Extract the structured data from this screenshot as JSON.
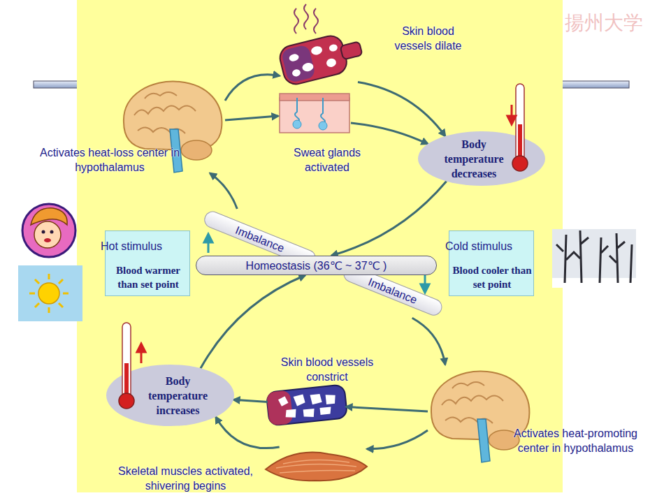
{
  "diagram": {
    "nodes": [
      {
        "text": [
          "Skin blood vessels dilate"
        ]
      },
      {
        "text": [
          "Activates heat-loss center in hypothalamus"
        ]
      },
      {
        "text": [
          "Sweat glands activated"
        ]
      },
      {
        "text": [
          "Body temperature decreases"
        ]
      },
      {
        "text": [
          "Imbalance"
        ]
      },
      {
        "text": [
          "Hot stimulus",
          "Blood warmer than set point"
        ]
      },
      {
        "text": [
          "Homeostasis (36℃ ~ 37℃ )"
        ]
      },
      {
        "text": [
          "Cold stimulus",
          "Blood cooler than set point"
        ]
      },
      {
        "text": [
          "Imbalance"
        ]
      },
      {
        "text": [
          "Skin blood vessels constrict"
        ]
      },
      {
        "text": [
          "Body temperature increases"
        ]
      },
      {
        "text": [
          "Activates heat-promoting center in hypothalamus"
        ]
      },
      {
        "text": [
          "Skeletal muscles activated, shivering begins"
        ]
      }
    ],
    "edges": [
      {
        "from": 1,
        "to": 0,
        "arrow": "to"
      },
      {
        "from": 1,
        "to": 2,
        "arrow": "to"
      },
      {
        "from": 0,
        "to": 3,
        "arrow": "to"
      },
      {
        "from": 2,
        "to": 3,
        "arrow": "to"
      },
      {
        "from": 3,
        "to": 6,
        "arrow": "to"
      },
      {
        "from": 4,
        "to": 1,
        "arrow": "to"
      },
      {
        "from": 8,
        "to": 11,
        "arrow": "to"
      },
      {
        "from": 11,
        "to": 9,
        "arrow": "to"
      },
      {
        "from": 11,
        "to": 12,
        "arrow": "to"
      },
      {
        "from": 9,
        "to": 10,
        "arrow": "to"
      },
      {
        "from": 12,
        "to": 10,
        "arrow": "to"
      },
      {
        "from": 10,
        "to": 6,
        "arrow": "to"
      }
    ],
    "labels": [
      "揚州大学"
    ]
  }
}
